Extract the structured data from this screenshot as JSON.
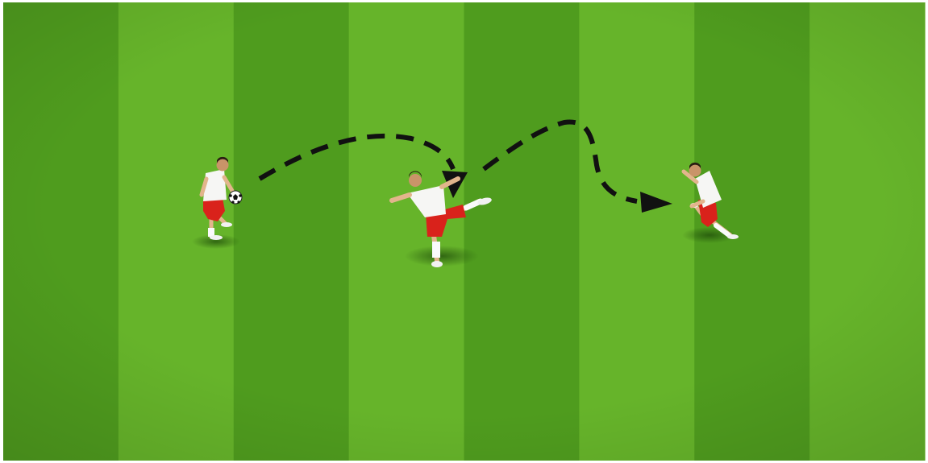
{
  "pitch": {
    "stripe_count": 8,
    "colors": {
      "grass_dark": "#4f9c1e",
      "grass_light": "#66b42a",
      "border": "#ffffff"
    }
  },
  "players": [
    {
      "role": "passer",
      "has_ball": true,
      "pose": "holding-ball",
      "kit_shirt": "#f6f6f4",
      "kit_shorts": "#d9221b"
    },
    {
      "role": "volleying-player",
      "has_ball": false,
      "pose": "side-volley",
      "kit_shirt": "#f6f6f4",
      "kit_shorts": "#d9221b"
    },
    {
      "role": "receiver",
      "has_ball": false,
      "pose": "ready",
      "kit_shirt": "#f6f6f4",
      "kit_shorts": "#d9221b"
    }
  ],
  "ball": {
    "color": "#ffffff",
    "patch_color": "#111111"
  },
  "paths": [
    {
      "type": "dashed-arrow",
      "from": "passer",
      "to": "volleying-player",
      "meaning": "ball-pass",
      "color": "#111111"
    },
    {
      "type": "dashed-arrow",
      "from": "volleying-player",
      "to": "receiver",
      "meaning": "ball-pass",
      "color": "#111111"
    }
  ]
}
